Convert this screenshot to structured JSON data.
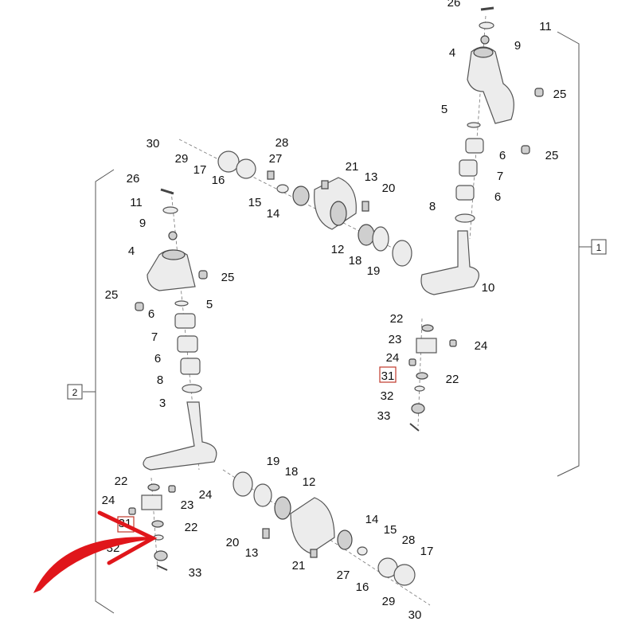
{
  "diagram": {
    "assembly_refs": {
      "right": "1",
      "left": "2"
    },
    "callouts": [
      "26",
      "11",
      "9",
      "4",
      "25",
      "5",
      "6",
      "25",
      "7",
      "6",
      "8",
      "10",
      "22",
      "23",
      "24",
      "24",
      "31",
      "22",
      "32",
      "33",
      "30",
      "29",
      "17",
      "16",
      "28",
      "27",
      "15",
      "14",
      "21",
      "13",
      "20",
      "12",
      "18",
      "19",
      "26",
      "11",
      "9",
      "4",
      "25",
      "25",
      "5",
      "6",
      "7",
      "6",
      "8",
      "3",
      "19",
      "18",
      "12",
      "22",
      "24",
      "23",
      "24",
      "31",
      "22",
      "32",
      "33",
      "14",
      "15",
      "28",
      "17",
      "20",
      "13",
      "21",
      "27",
      "16",
      "29",
      "30"
    ],
    "highlighted_part": "31",
    "highlight_color": "#e0161b"
  }
}
